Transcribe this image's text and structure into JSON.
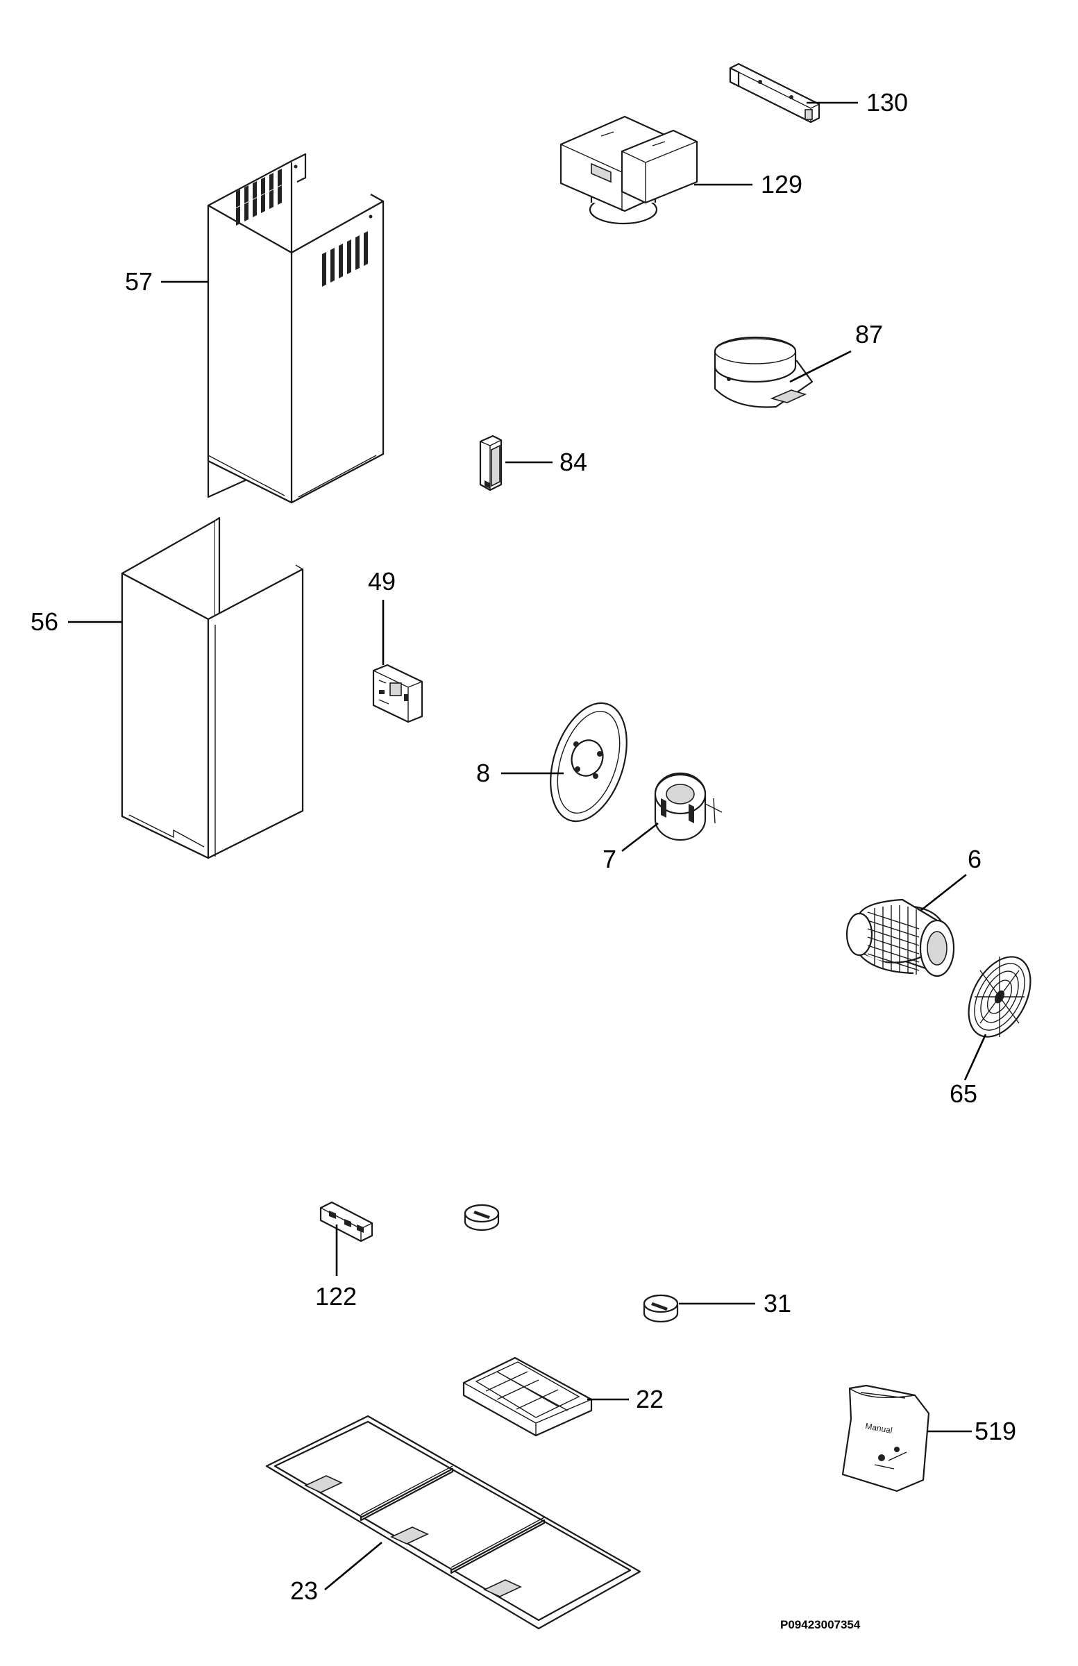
{
  "labels": {
    "p130": "130",
    "p129": "129",
    "p57": "57",
    "p87": "87",
    "p84": "84",
    "p49": "49",
    "p56": "56",
    "p8": "8",
    "p7": "7",
    "p6": "6",
    "p65": "65",
    "p122": "122",
    "p31": "31",
    "p22": "22",
    "p519": "519",
    "p23": "23"
  },
  "drawing_code": "P09423007354",
  "bag_text": "Manual"
}
